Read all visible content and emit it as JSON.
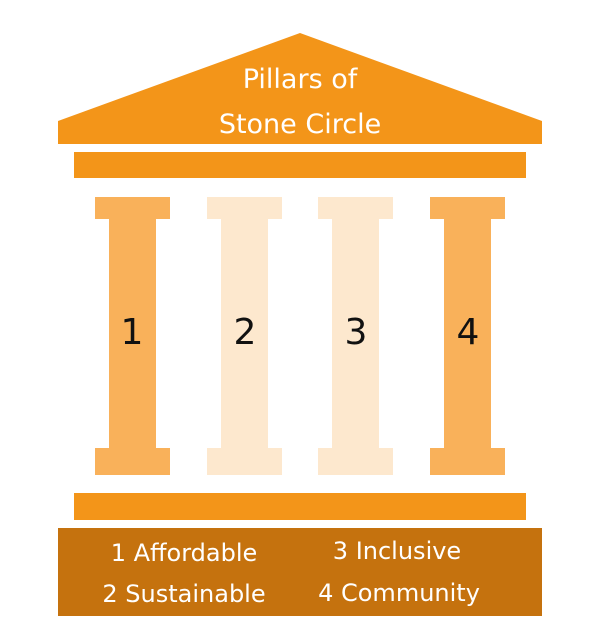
{
  "title_lines": [
    "Pillars of",
    "Stone Circle"
  ],
  "pillars": [
    {
      "number": "1",
      "shade": "#f9b15a"
    },
    {
      "number": "2",
      "shade": "#fde8ce"
    },
    {
      "number": "3",
      "shade": "#fde8ce"
    },
    {
      "number": "4",
      "shade": "#f9b15a"
    }
  ],
  "legend": [
    {
      "text": "1 Affordable"
    },
    {
      "text": "2 Sustainable"
    },
    {
      "text": "3 Inclusive"
    },
    {
      "text": "4 Community"
    }
  ],
  "colors": {
    "roof": "#f39519",
    "beam": "#f39519",
    "base": "#c5720e",
    "pillar_dark": "#f9b15a",
    "pillar_light": "#fde8ce"
  }
}
